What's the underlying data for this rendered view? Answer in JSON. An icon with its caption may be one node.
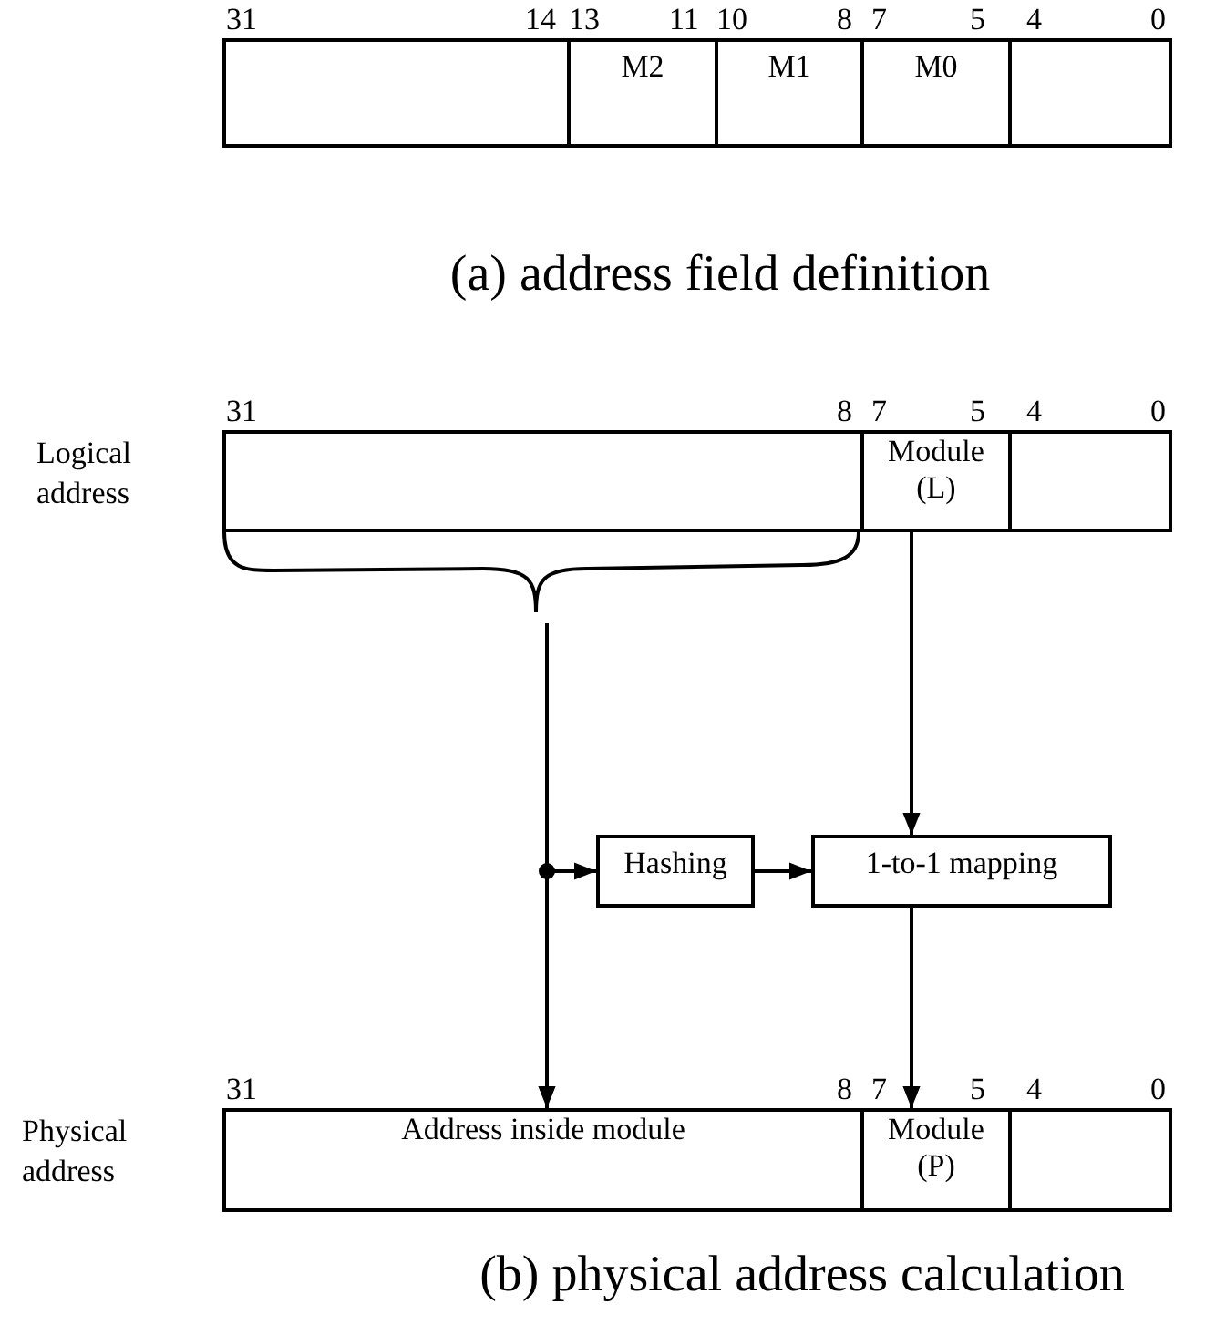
{
  "diagram": {
    "nodes": [
      {
        "text": [],
        "shape": "box"
      },
      {
        "text": [
          "M2"
        ]
      },
      {
        "text": [
          "M1"
        ]
      },
      {
        "text": [
          "M0"
        ]
      },
      {
        "text": [],
        "shape": "box"
      },
      {
        "text": [],
        "shape": "box"
      },
      {
        "text": [
          "Module (L)"
        ]
      },
      {
        "text": [],
        "shape": "box"
      },
      {
        "text": [
          "Hashing"
        ]
      },
      {
        "text": [
          "1-to-1 mapping"
        ]
      },
      {
        "text": [
          "Address inside module"
        ]
      },
      {
        "text": [
          "Module (P)"
        ]
      },
      {
        "text": [],
        "shape": "box"
      }
    ],
    "edges": [
      {
        "from": 5,
        "to": 10,
        "arrow": "to"
      },
      {
        "from": 5,
        "to": 8,
        "arrow": "to"
      },
      {
        "from": 8,
        "to": 9,
        "arrow": "to"
      },
      {
        "from": 6,
        "to": 9,
        "arrow": "to"
      },
      {
        "from": 9,
        "to": 11,
        "arrow": "to"
      }
    ],
    "labels": [
      "31",
      "14",
      "13",
      "11",
      "10",
      "8",
      "7",
      "5",
      "4",
      "0",
      "(a) address field definition",
      "31",
      "8",
      "7",
      "5",
      "4",
      "0",
      "Logical address",
      "Physical address",
      "31",
      "8",
      "7",
      "5",
      "4",
      "0",
      "(b) physical address calculation"
    ]
  }
}
